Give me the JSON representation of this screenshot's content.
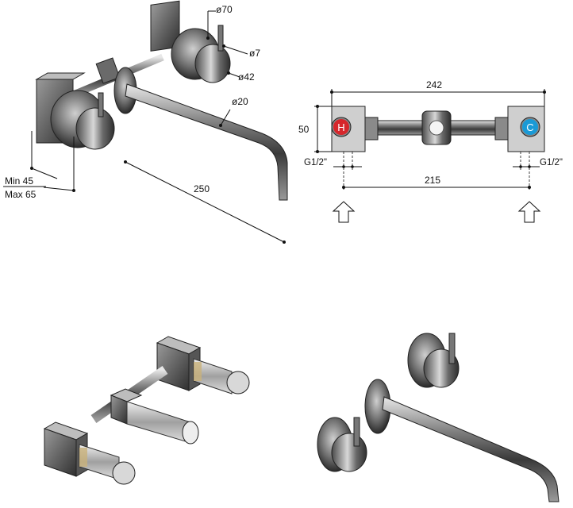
{
  "drawing_top_left": {
    "dim_d70": "ø70",
    "dim_d7": "ø7",
    "dim_d42": "ø42",
    "dim_d20": "ø20",
    "dim_250": "250",
    "dim_min": "Min 45",
    "dim_max": "Max 65"
  },
  "drawing_top_right": {
    "dim_242": "242",
    "dim_50": "50",
    "dim_215": "215",
    "thread_left": "G1/2\"",
    "thread_right": "G1/2\"",
    "hot_label": "H",
    "cold_label": "C",
    "hot_color": "#d6262b",
    "cold_color": "#1a9ad6"
  },
  "colors": {
    "metal_dark": "#3a3a3a",
    "metal_mid": "#8a8a8a",
    "metal_light": "#d8d8d8",
    "brass": "#c9b27a"
  }
}
